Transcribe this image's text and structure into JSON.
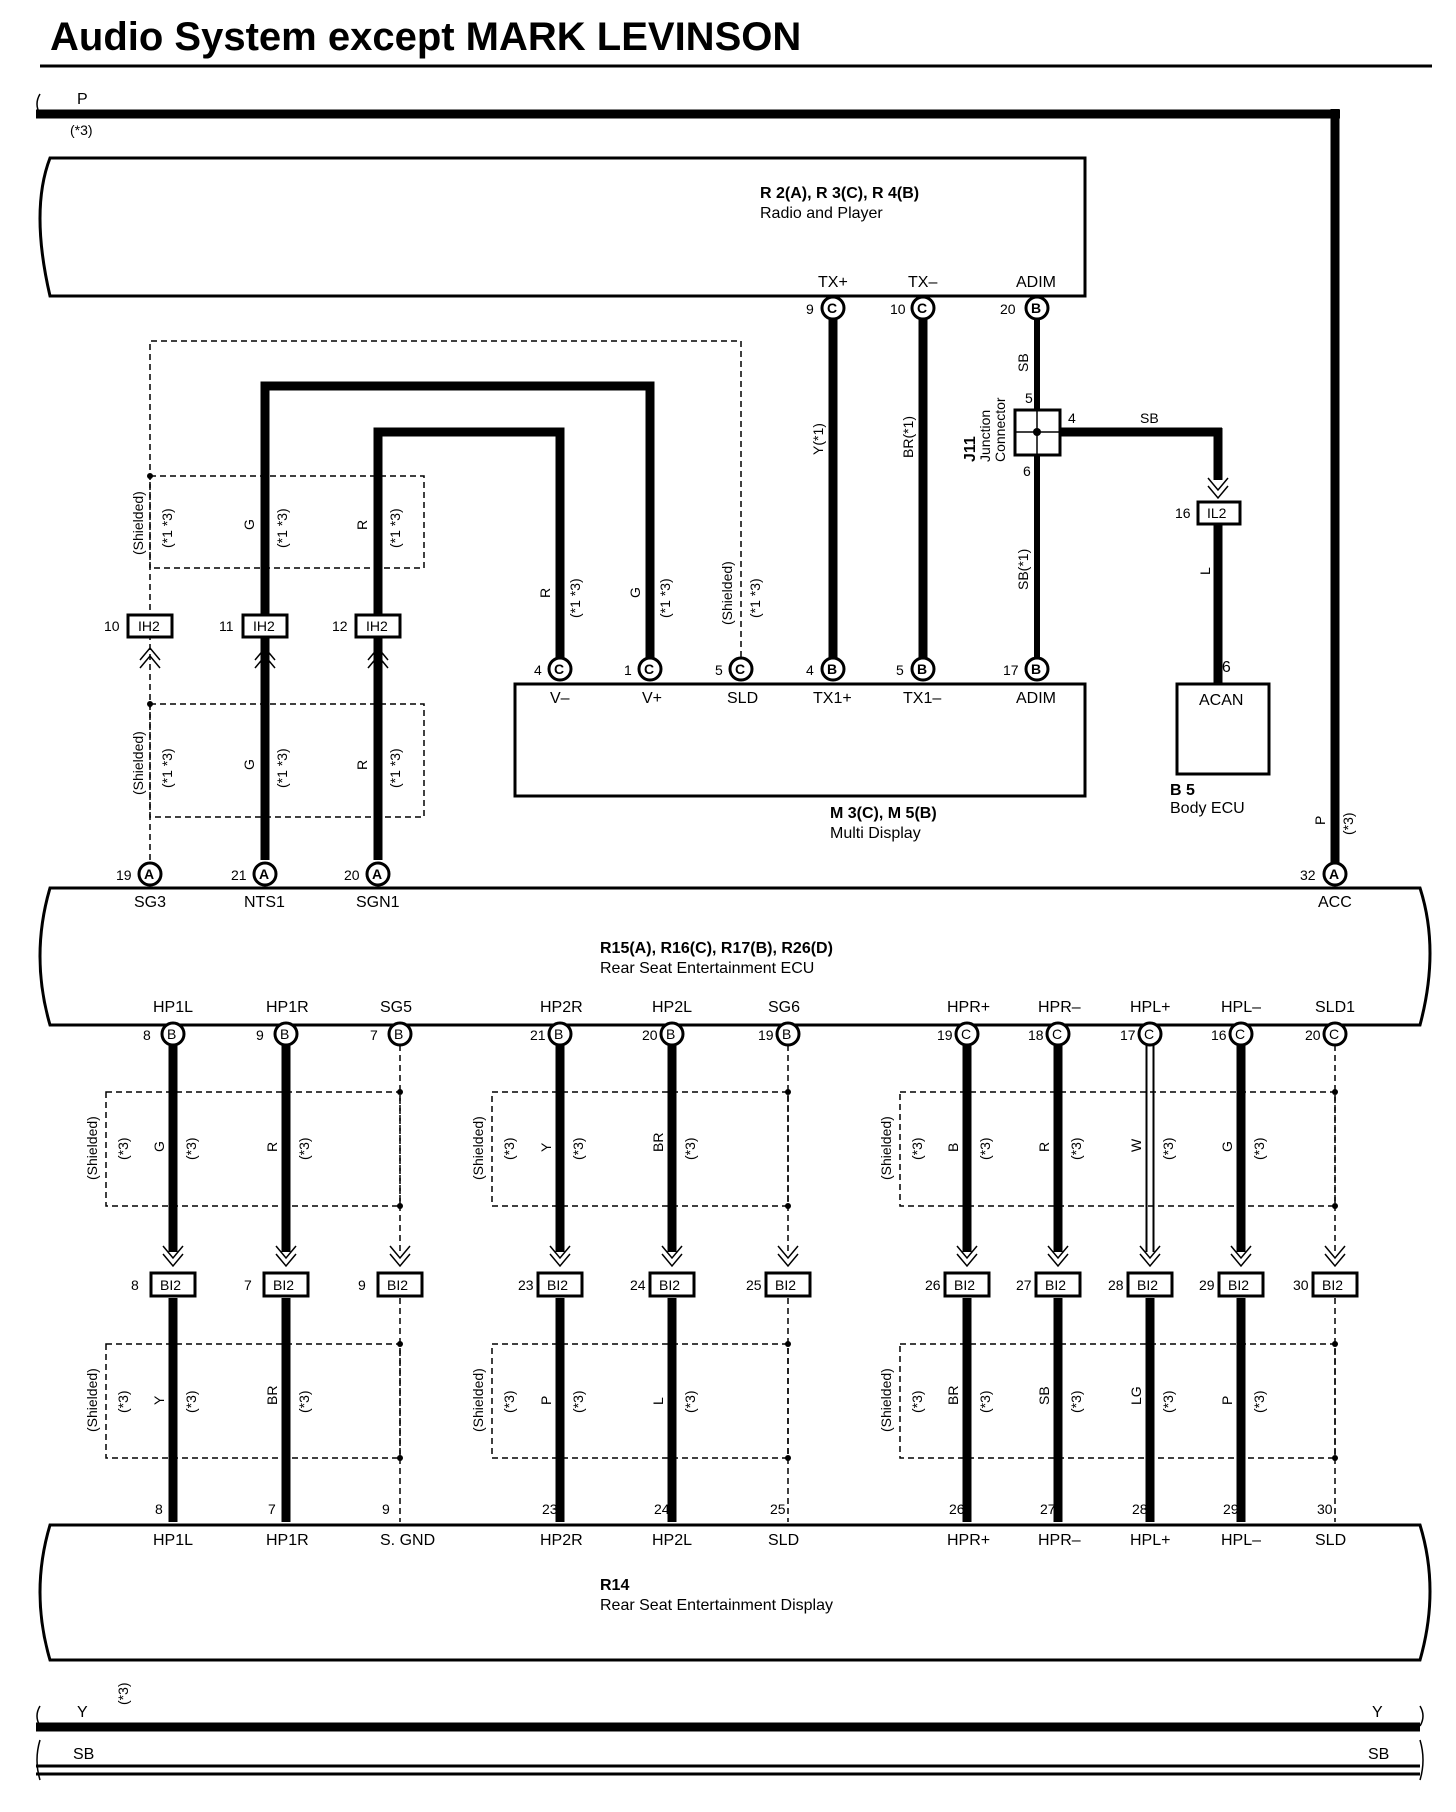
{
  "title": "Audio System except MARK LEVINSON",
  "power_line": {
    "color": "P",
    "note": "(*3)"
  },
  "components": {
    "radio": {
      "id": "R 2(A), R 3(C), R 4(B)",
      "name": "Radio and Player"
    },
    "multi_display": {
      "id": "M 3(C), M 5(B)",
      "name": "Multi Display"
    },
    "body_ecu": {
      "id": "B 5",
      "name": "Body ECU",
      "pin": "16",
      "terminal": "ACAN"
    },
    "rse_ecu": {
      "id": "R15(A), R16(C), R17(B), R26(D)",
      "name": "Rear Seat Entertainment ECU"
    },
    "rse_display": {
      "id": "R14",
      "name": "Rear Seat Entertainment Display"
    },
    "junction": {
      "id": "J11",
      "name1": "Junction",
      "name2": "Connector",
      "pin_top": "5",
      "pin_right": "4",
      "pin_bottom": "6"
    }
  },
  "radio_pins": [
    {
      "terminal": "TX+",
      "num": "9",
      "conn": "C",
      "wire": "Y(*1)"
    },
    {
      "terminal": "TX–",
      "num": "10",
      "conn": "C",
      "wire": "BR(*1)"
    },
    {
      "terminal": "ADIM",
      "num": "20",
      "conn": "B",
      "wire": "SB",
      "wire2": "SB(*1)"
    }
  ],
  "md_pins": [
    {
      "terminal": "V–",
      "num": "4",
      "conn": "C",
      "wire": "R",
      "note": "(*1 *3)"
    },
    {
      "terminal": "V+",
      "num": "1",
      "conn": "C",
      "wire": "G",
      "note": "(*1 *3)"
    },
    {
      "terminal": "SLD",
      "num": "5",
      "conn": "C",
      "wire": "(Shielded)",
      "note": "(*1 *3)"
    },
    {
      "terminal": "TX1+",
      "num": "4",
      "conn": "B"
    },
    {
      "terminal": "TX1–",
      "num": "5",
      "conn": "B"
    },
    {
      "terminal": "ADIM",
      "num": "17",
      "conn": "B"
    }
  ],
  "ih2": [
    {
      "num": "10",
      "label": "IH2"
    },
    {
      "num": "11",
      "label": "IH2"
    },
    {
      "num": "12",
      "label": "IH2"
    }
  ],
  "il2": {
    "num": "16",
    "label": "IL2",
    "wire": "L",
    "wire_top": "SB"
  },
  "shield_upper": {
    "label": "(Shielded)",
    "note": "(*1 *3)",
    "g": "G",
    "r": "R"
  },
  "ecu_top_pins": [
    {
      "terminal": "SG3",
      "num": "19",
      "conn": "A"
    },
    {
      "terminal": "NTS1",
      "num": "21",
      "conn": "A"
    },
    {
      "terminal": "SGN1",
      "num": "20",
      "conn": "A"
    },
    {
      "terminal": "ACC",
      "num": "32",
      "conn": "A"
    }
  ],
  "ecu_bottom_pins": [
    {
      "terminal": "HP1L",
      "num": "8",
      "conn": "B"
    },
    {
      "terminal": "HP1R",
      "num": "9",
      "conn": "B"
    },
    {
      "terminal": "SG5",
      "num": "7",
      "conn": "B"
    },
    {
      "terminal": "HP2R",
      "num": "21",
      "conn": "B"
    },
    {
      "terminal": "HP2L",
      "num": "20",
      "conn": "B"
    },
    {
      "terminal": "SG6",
      "num": "19",
      "conn": "B"
    },
    {
      "terminal": "HPR+",
      "num": "19",
      "conn": "C"
    },
    {
      "terminal": "HPR–",
      "num": "18",
      "conn": "C"
    },
    {
      "terminal": "HPL+",
      "num": "17",
      "conn": "C"
    },
    {
      "terminal": "HPL–",
      "num": "16",
      "conn": "C"
    },
    {
      "terminal": "SLD1",
      "num": "20",
      "conn": "C"
    }
  ],
  "bi2": [
    {
      "num": "8",
      "label": "BI2",
      "upper": "G",
      "lower": "Y"
    },
    {
      "num": "7",
      "label": "BI2",
      "upper": "R",
      "lower": "BR"
    },
    {
      "num": "9",
      "label": "BI2",
      "upper": "",
      "lower": ""
    },
    {
      "num": "23",
      "label": "BI2",
      "upper": "Y",
      "lower": "P"
    },
    {
      "num": "24",
      "label": "BI2",
      "upper": "BR",
      "lower": "L"
    },
    {
      "num": "25",
      "label": "BI2",
      "upper": "",
      "lower": ""
    },
    {
      "num": "26",
      "label": "BI2",
      "upper": "B",
      "lower": "BR"
    },
    {
      "num": "27",
      "label": "BI2",
      "upper": "R",
      "lower": "SB"
    },
    {
      "num": "28",
      "label": "BI2",
      "upper": "W",
      "lower": "LG"
    },
    {
      "num": "29",
      "label": "BI2",
      "upper": "G",
      "lower": "P"
    },
    {
      "num": "30",
      "label": "BI2",
      "upper": "",
      "lower": ""
    }
  ],
  "display_pins": [
    {
      "terminal": "HP1L",
      "num": "8"
    },
    {
      "terminal": "HP1R",
      "num": "7"
    },
    {
      "terminal": "S. GND",
      "num": "9"
    },
    {
      "terminal": "HP2R",
      "num": "23"
    },
    {
      "terminal": "HP2L",
      "num": "24"
    },
    {
      "terminal": "SLD",
      "num": "25"
    },
    {
      "terminal": "HPR+",
      "num": "26"
    },
    {
      "terminal": "HPR–",
      "num": "27"
    },
    {
      "terminal": "HPL+",
      "num": "28"
    },
    {
      "terminal": "HPL–",
      "num": "29"
    },
    {
      "terminal": "SLD",
      "num": "30"
    }
  ],
  "shield_lower": {
    "label": "(Shielded)",
    "note": "(*3)"
  },
  "continuation": {
    "y_color": "Y",
    "sb_color": "SB",
    "note": "(*3)"
  }
}
